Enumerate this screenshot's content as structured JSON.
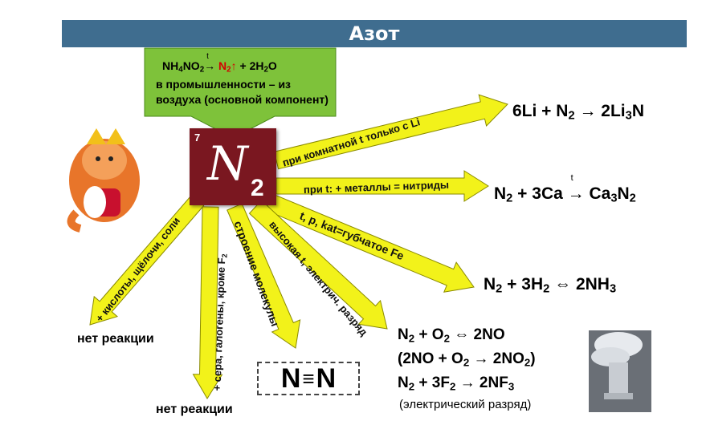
{
  "title": "Азот",
  "element": {
    "number": "7",
    "symbol": "N",
    "subscript": "2"
  },
  "top_box": {
    "formula": {
      "reactant": "NH",
      "r_sub1": "4",
      "reactant2": "NO",
      "r_sub2": "2",
      "cond": "t",
      "product": "N",
      "p_sub": "2",
      "up": "↑",
      "rest": "+ 2H",
      "rest_sub": "2",
      "rest2": "O"
    },
    "line2": "в промышленности – из",
    "line3": "воздуха (основной компонент)"
  },
  "arrows": [
    {
      "label": "при комнатной t только с Li"
    },
    {
      "label": "при t: + металлы = нитриды"
    },
    {
      "label": "t, p, kat=губчатое Fe"
    },
    {
      "label": "высокая t, электрич. разряд"
    },
    {
      "label": "строение молекулы"
    },
    {
      "label": "+ сера, галогены, кроме F",
      "sub": "2"
    },
    {
      "label": "+ кислоты, щёлочи, соли"
    }
  ],
  "equations": {
    "li": {
      "a": "6Li + N",
      "a_sub": "2",
      "b": " → 2Li",
      "b_sub": "3",
      "c": "N"
    },
    "ca": {
      "a": "N",
      "a_sub": "2",
      "b": " + 3Ca ",
      "cond": "t",
      "c": "→ Ca",
      "c_sub": "3",
      "d": "N",
      "d_sub": "2"
    },
    "nh3": {
      "a": "N",
      "a_sub": "2",
      "b": " + 3H",
      "b_sub": "2",
      "c": " ⇔ 2NH",
      "c_sub": "3"
    },
    "no1": {
      "a": "N",
      "a_sub": "2",
      "b": " + O",
      "b_sub": "2",
      "c": " ⇔ 2NO"
    },
    "no2": {
      "a": "(2NO + O",
      "a_sub": "2",
      "b": " → 2NO",
      "b_sub": "2",
      "c": ")"
    },
    "nf3": {
      "a": "N",
      "a_sub": "2",
      "b": " + 3F",
      "b_sub": "2",
      "c": " → 2NF",
      "c_sub": "3"
    },
    "note": "(электрический разряд)"
  },
  "no_reaction_1": "нет реакции",
  "no_reaction_2": "нет реакции",
  "structure": {
    "left": "N",
    "bond": "≡",
    "right": "N"
  },
  "colors": {
    "title_bg": "#3f6d8f",
    "box": "#7a1720",
    "arrow_fill": "#f2f21a",
    "top_arrow": "#7ec23a"
  }
}
